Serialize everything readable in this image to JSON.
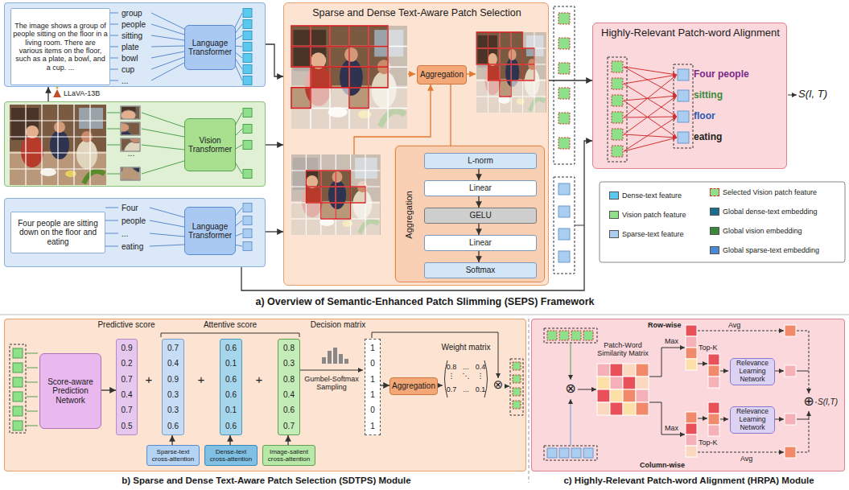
{
  "diagram": {
    "nodes": [
      {
        "text": [
          "group",
          "people",
          "sitting",
          "plate",
          "bowl",
          "cup",
          "..."
        ]
      },
      {
        "text": [
          "The image shows a group of people sitting on the floor in a living room. There are various items on the floor, such as a plate, a bowl, and a cup. ..."
        ],
        "in": 0
      },
      {
        "text": [
          "Language Transformer"
        ],
        "in": 0
      },
      {
        "text": [
          "..."
        ]
      },
      {
        "text": [
          "Vision Transformer"
        ],
        "in": 3
      },
      {
        "text": [
          "Four",
          "people",
          "...",
          "eating"
        ]
      },
      {
        "text": [
          "Four people are sitting down on the floor and eating"
        ],
        "in": 5
      },
      {
        "text": [
          "Language Transformer"
        ],
        "in": 5
      },
      {
        "text": [
          "Sparse and Dense Text-Aware Patch Selection"
        ]
      },
      {
        "text": [
          "Aggregation"
        ],
        "in": 8
      },
      {
        "text": [
          "Aggregation"
        ],
        "in": 8
      },
      {
        "text": [
          "L-norm"
        ],
        "in": 10
      },
      {
        "text": [
          "Linear"
        ],
        "in": 10
      },
      {
        "text": [
          "GELU"
        ],
        "in": 10
      },
      {
        "text": [
          "Linear"
        ],
        "in": 10
      },
      {
        "text": [
          "Softmax"
        ],
        "in": 10
      },
      {
        "text": [
          "Highly-Relevant Patch-word Alignment"
        ]
      },
      {
        "text": [
          "b) Sparse and Dense Text-Aware Patch Selection (SDTPS) Module"
        ]
      },
      {
        "text": [
          "Score-aware Prediction Network"
        ],
        "in": 17
      },
      {
        "text": [
          "Sparse-text cross-attention"
        ],
        "in": 17
      },
      {
        "text": [
          "Dense-text cross-attention"
        ],
        "in": 17
      },
      {
        "text": [
          "Image-salient cross-attention"
        ],
        "in": 17
      },
      {
        "text": [
          "Aggregation"
        ],
        "in": 17
      },
      {
        "text": [
          "0.9",
          "0.2",
          "0.7",
          "0.4",
          "0.7",
          "0.5"
        ],
        "in": 17
      },
      {
        "text": [
          "0.7",
          "0.4",
          "0.9",
          "0.3",
          "0.3",
          "0.6"
        ],
        "in": 17
      },
      {
        "text": [
          "0.6",
          "0.1",
          "0.6",
          "0.6",
          "0.1",
          "0.6"
        ],
        "in": 17
      },
      {
        "text": [
          "0.8",
          "0.3",
          "0.8",
          "0.4",
          "0.6",
          "0.7"
        ],
        "in": 17
      },
      {
        "text": [
          "1",
          "0",
          "1",
          "1",
          "0",
          "1"
        ],
        "in": 17
      },
      {
        "text": [
          "c) Highly-Relevant Patch-word Alignment (HRPA) Module"
        ]
      },
      {
        "text": [
          "Relevance Learning Network"
        ],
        "in": 28
      },
      {
        "text": [
          "Relevance Learning Network"
        ],
        "in": 28
      }
    ],
    "edges": [
      {
        "from": 3,
        "to": 0,
        "arrow": "to",
        "label": "LLaVA-13B"
      },
      {
        "from": 0,
        "to": 8,
        "arrow": "to"
      },
      {
        "from": 3,
        "to": 8,
        "arrow": "to"
      },
      {
        "from": 5,
        "to": 8,
        "arrow": "to"
      },
      {
        "from": 8,
        "to": 16,
        "arrow": "to"
      },
      {
        "from": 5,
        "to": 16,
        "arrow": "to"
      },
      {
        "from": 9,
        "to": 10,
        "arrow": "none"
      },
      {
        "from": 11,
        "to": 12,
        "arrow": "to"
      },
      {
        "from": 12,
        "to": 13,
        "arrow": "to"
      },
      {
        "from": 13,
        "to": 14,
        "arrow": "to"
      },
      {
        "from": 14,
        "to": 15,
        "arrow": "to"
      },
      {
        "from": 19,
        "to": 24,
        "arrow": "to"
      },
      {
        "from": 20,
        "to": 25,
        "arrow": "to"
      },
      {
        "from": 21,
        "to": 26,
        "arrow": "to"
      },
      {
        "from": 27,
        "to": 22,
        "arrow": "to"
      },
      {
        "from": 18,
        "to": 23,
        "arrow": "to"
      }
    ],
    "labels": [
      "Four people",
      "sitting",
      "floor",
      "eating",
      "S(I, T)",
      "a) Overview of Semantic-Enhanced Patch Slimming (SEPS) Framework",
      "Predictive score",
      "Attentive score",
      "+",
      "+",
      "+",
      "Decision matrix",
      "Gumbel-Softmax Sampling",
      "Weight matrix",
      "0.8",
      "...",
      "0.4",
      "⋮",
      "⋱",
      "⋮",
      "0.7",
      "...",
      "0.1",
      "⊗",
      "Patch-Word Similarity Matrix",
      "Row-wise",
      "Max",
      "Avg",
      "Top-K",
      "Max",
      "Column-wise",
      "Top-K",
      "Avg",
      "S(I,T)",
      "⊗",
      "⊕"
    ],
    "legend": [
      {
        "text": "Dense-text feature",
        "color": "#5bc8f0"
      },
      {
        "text": "Vision patch feature",
        "color": "#8fe08a"
      },
      {
        "text": "Sparse-text feature",
        "color": "#aacdf0"
      },
      {
        "text": "Selected Vision patch feature",
        "color": "#8fe08a"
      },
      {
        "text": "Global dense-text embedding",
        "color": "#1a6e8f"
      },
      {
        "text": "Global vision embedding",
        "color": "#3a8a3a"
      },
      {
        "text": "Global sparse-text embedding",
        "color": "#4a8ad4"
      }
    ]
  }
}
